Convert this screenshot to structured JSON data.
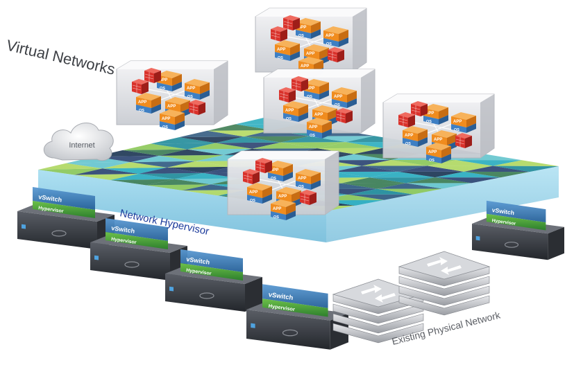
{
  "labels": {
    "virtual_networks": "Virtual Networks",
    "internet": "Internet",
    "network_hypervisor": "Network Hypervisor",
    "existing_physical_network": "Existing Physical Network"
  },
  "server_labels": {
    "vswitch": "vSwitch",
    "hypervisor": "Hypervisor"
  },
  "vm_labels": {
    "app": "APP",
    "os": "OS"
  },
  "colors": {
    "mesh_teal": "#1aa6b7",
    "mesh_green": "#8cc63f",
    "mesh_navy": "#1b2a5c",
    "hypervisor_band": "#7fd0ea",
    "vswitch_blue": "#2e6fa8",
    "hypervisor_green": "#3a9a3a",
    "app_orange": "#f08c1e",
    "firewall_red": "#d9322b",
    "hypervisor_text": "#1e3c9c"
  },
  "icons": [
    "cloud-icon",
    "server-icon",
    "physical-switch-icon",
    "firewall-icon",
    "vm-icon"
  ]
}
